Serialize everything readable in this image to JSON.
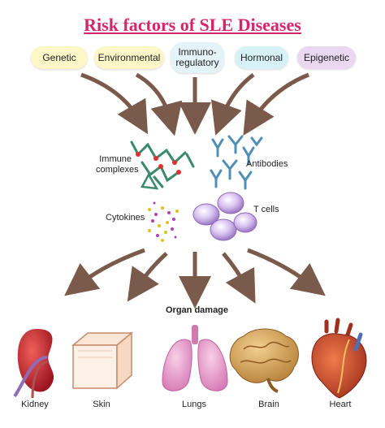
{
  "title": "Risk factors of SLE Diseases",
  "risk_factors": [
    {
      "label": "Genetic",
      "color": "#fdf6c6"
    },
    {
      "label": "Environmental",
      "color": "#fdf6c6"
    },
    {
      "label": "Immuno-\nregulatory",
      "color": "#e3f3f7"
    },
    {
      "label": "Hormonal",
      "color": "#d7f2f7"
    },
    {
      "label": "Epigenetic",
      "color": "#ead7f1"
    }
  ],
  "mediators": {
    "immune_complexes": "Immune\ncomplexes",
    "antibodies": "Antibodies",
    "cytokines": "Cytokines",
    "t_cells": "T cells"
  },
  "organ_damage": "Organ damage",
  "organs": [
    "Kidney",
    "Skin",
    "Lungs",
    "Brain",
    "Heart"
  ],
  "colors": {
    "title": "#d6256b",
    "arrow": "#7a5a4a",
    "kidney": "#c81e2a",
    "lungs": "#e79ac8",
    "brain": "#d6a35a",
    "heart": "#c8462a",
    "tcell": "#d8c0f0",
    "antibody": "#4f8fb4"
  }
}
